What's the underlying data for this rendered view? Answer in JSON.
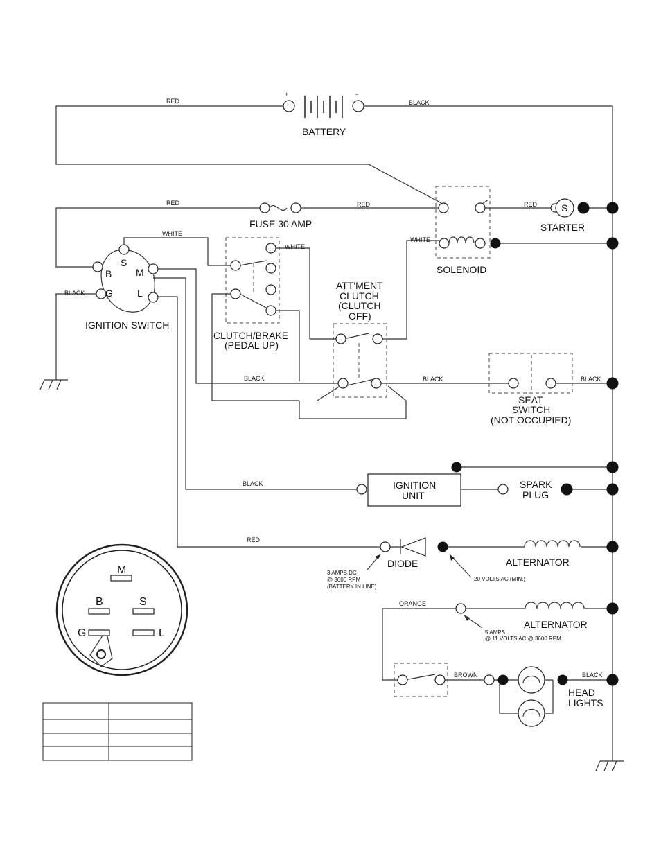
{
  "battery": {
    "label": "BATTERY",
    "plus": "+",
    "minus": "−"
  },
  "wires": {
    "red_top": "RED",
    "black_top": "BLACK",
    "red_fuse_left": "RED",
    "red_fuse_right": "RED",
    "red_starter": "RED",
    "white_ign": "WHITE",
    "white_clutch": "WHITE",
    "white_solenoid": "WHITE",
    "black_ground": "BLACK",
    "black_mid": "BLACK",
    "black_mid2": "BLACK",
    "black_seat": "BLACK",
    "black_ignition_unit": "BLACK",
    "red_diode": "RED",
    "orange": "ORANGE",
    "brown": "BROWN",
    "black_lights": "BLACK"
  },
  "components": {
    "fuse": "FUSE 30 AMP.",
    "starter": "STARTER",
    "starter_s": "S",
    "solenoid": "SOLENOID",
    "ignition_switch": "IGNITION SWITCH",
    "switch_terminals": {
      "s": "S",
      "b": "B",
      "m": "M",
      "g": "G",
      "l": "L"
    },
    "clutch_brake": [
      "CLUTCH/BRAKE",
      "(PEDAL UP)"
    ],
    "attment_clutch": [
      "ATT'MENT",
      "CLUTCH",
      "(CLUTCH",
      "OFF)"
    ],
    "seat_switch": [
      "SEAT",
      "SWITCH",
      "(NOT OCCUPIED)"
    ],
    "ignition_unit": [
      "IGNITION",
      "UNIT"
    ],
    "spark_plug": [
      "SPARK",
      "PLUG"
    ],
    "diode": "DIODE",
    "alternator1": "ALTERNATOR",
    "alternator2": "ALTERNATOR",
    "head_lights": [
      "HEAD",
      "LIGHTS"
    ]
  },
  "notes": {
    "diode_amps": [
      "3 AMPS DC",
      "@ 3600 RPM",
      "(BATTERY IN LINE)"
    ],
    "alt_volts": "20 VOLTS AC (MIN.)",
    "alt2_amps": [
      "5 AMPS",
      "@ 11 VOLTS AC @ 3600 RPM."
    ]
  },
  "switch_face": {
    "m": "M",
    "b": "B",
    "s": "S",
    "g": "G",
    "l": "L"
  },
  "table": {
    "rows": 4,
    "cols": 2
  }
}
